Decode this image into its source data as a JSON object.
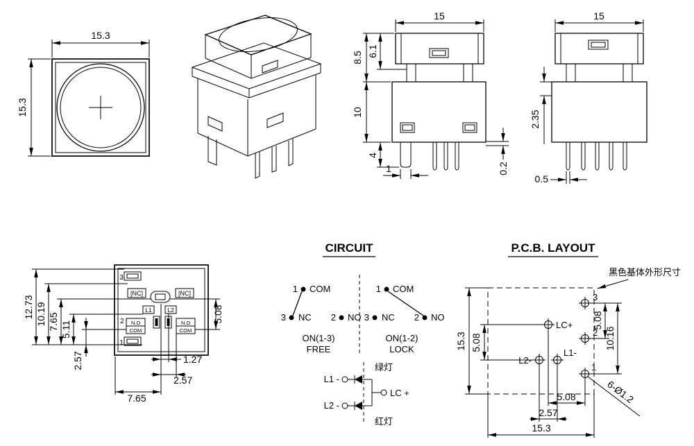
{
  "front_view": {
    "dim_width": "15.3",
    "dim_height": "15.3"
  },
  "side_view_a": {
    "dim_width": "15",
    "dim_height_total": "8.5",
    "dim_height_cap": "6.1",
    "dim_height_body": "10",
    "dim_pin_length": "4",
    "dim_pin_offset": "1",
    "dim_pin_gap": "0.2"
  },
  "side_view_b": {
    "dim_width": "15",
    "dim_pin_section": "2.35",
    "dim_pin_width": "0.5"
  },
  "bottom_view": {
    "pin_3": "3",
    "pin_2": "2",
    "pin_1": "1",
    "nc_left": "[NC]",
    "nc_right": "[NC]",
    "l1": "L1",
    "l2": "L2",
    "no_left": "N.O",
    "com_left": "COM",
    "no_right": "N.O",
    "com_right": "COM",
    "dim_12_73": "12.73",
    "dim_10_19": "10.19",
    "dim_7_65_left": "7.65",
    "dim_5_11": "5.11",
    "dim_2_57_left": "2.57",
    "dim_5_08": "5.08",
    "dim_1_27": "1.27",
    "dim_2_57_bottom": "2.57",
    "dim_7_65_bottom": "7.65"
  },
  "circuit": {
    "title": "CIRCUIT",
    "free": {
      "pin1": "1",
      "com": "COM",
      "pin3": "3",
      "nc": "NC",
      "pin2": "2",
      "no": "NO",
      "mode": "ON(1-3)",
      "state": "FREE"
    },
    "lock": {
      "pin1": "1",
      "com": "COM",
      "pin3": "3",
      "nc": "NC",
      "pin2": "2",
      "no": "NO",
      "mode": "ON(1-2)",
      "state": "LOCK"
    },
    "led": {
      "l1": "L1 -",
      "l2": "L2 -",
      "lc": "LC +",
      "green": "绿灯",
      "red": "红灯"
    }
  },
  "pcb": {
    "title": "P.C.B. LAYOUT",
    "note": "黑色基体外形尺寸",
    "pad_3": "3",
    "pad_2": "2",
    "pad_1": "1",
    "lc": "LC+",
    "l1": "L1-",
    "l2": "L2-",
    "holes": "6-Ø1.2",
    "dim_15_3_left": "15.3",
    "dim_5_08_left": "5.08",
    "dim_5_08_right": "5.08",
    "dim_10_16": "10.16",
    "dim_5_08_bottom": "5.08",
    "dim_2_57": "2.57",
    "dim_15_3_bottom": "15.3"
  }
}
